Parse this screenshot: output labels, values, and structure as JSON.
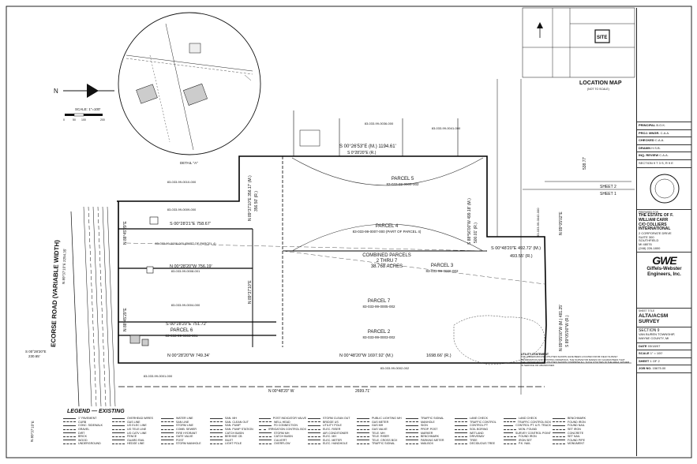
{
  "scale": {
    "label": "SCALE: 1\"=100'",
    "ticks": [
      "0",
      "50",
      "100",
      "200"
    ]
  },
  "north": "N",
  "detail": "DETAIL \"A\"",
  "road": {
    "name": "ECORSE ROAD (VARIABLE WIDTH)"
  },
  "bearings": {
    "top_mid": "S 00°26'53\"E (M.) 1194.61'",
    "top_mid_r": "S 0°28'20\"E (R.)",
    "north_line": "S 00°28'21\"E  758.67'",
    "parcel6_top": "S 00°28'20\"E  751.72'",
    "n_line": "N 00°28'20\"W  756.19'",
    "bottom1": "N 00°28'20\"W  749.34'",
    "bottom2": "N 00°48'20\"W  1697.92' (M.)",
    "bottom2_r": "1698.66' (R.)",
    "bottom3": "N 00°48'20\" W",
    "bottom3_len": "2699.71'",
    "right_top": "S 00°48'20\"E  492.72' (M.)",
    "right_top_r": "493.55' (R.)",
    "v1": "N 89°37'10\"E  356.17' (M.)",
    "v1_r": "356.50' (R.)",
    "v2": "S 88°56'00\"W  499.18' (M.)",
    "v2_r": "500.01' (R.)",
    "v3": "N 89°37'10\"E",
    "v4": "N 88°45'29\"E",
    "v5": "N 89°05'00\"W (M.)  481.25'",
    "v5_r": "S 89°05'00\"W (R.)",
    "v6": "N 89°05'02\"E",
    "v6_len": "538.77'",
    "left_road": "N 89°37'10\"E  2254.35'",
    "bottom_left": "S 00°28'20\"E",
    "bottom_left_len": "230.65'",
    "far_left": "N 89°37'10\"E"
  },
  "parcels": [
    {
      "label": "PARCEL 5",
      "id": "83-033-99-0009-002"
    },
    {
      "label": "PARCEL 4",
      "id": "83-033-99-0007-000 (PART OF PARCEL 4)"
    },
    {
      "label": "COMBINED PARCELS",
      "id": "2 THRU 7"
    },
    {
      "label": "38.768 ACRES",
      "id": ""
    },
    {
      "label": "PARCEL 3",
      "id": "83-033-99-0006-002"
    },
    {
      "label": "PARCEL 7",
      "id": "83-033-99-0005-002"
    },
    {
      "label": "PARCEL 2",
      "id": "83-033-99-0003-002"
    },
    {
      "label": "PARCEL 6",
      "id": "83-033-99-0003-001"
    }
  ],
  "adjacent": [
    "83-033-99-0010-000",
    "83-033-99-0009-000",
    "83-033-99-0008-000 (PART OF PARCEL 4)",
    "83-033-99-0008-001",
    "83-033-99-0004-000",
    "83-033-99-0002-002",
    "83-033-99-0001-000",
    "83-033-99-0036-000",
    "83-033-99-0041-000",
    "83-033-99-0042-000"
  ],
  "location_map": {
    "title": "LOCATION MAP",
    "sub": "(NOT TO SCALE)",
    "site": "SITE",
    "sheet1": "SHEET 1",
    "sheet2": "SHEET 2"
  },
  "title_block": {
    "principal": "PRINCIPAL",
    "principal_v": "B.O.K.",
    "proj_mngr": "PROJ. MNGR.",
    "proj_mngr_v": "C.A.A.",
    "checked": "CHECKED",
    "checked_v": "C.A.A.",
    "drawn": "DRAWN",
    "drawn_v": "H.S.B.",
    "review": "INQ. REVIEW",
    "review_v": "C.A.A.",
    "section": "SECTION  9 T 3 S, R 9 E",
    "client_hdr": "PREPARED FOR",
    "client1": "THE ESTATE OF F.",
    "client2": "WILLIAM CARR",
    "client3": "C/O COLLIERS",
    "client4": "INTERNATIONAL",
    "client5": "2 CORPORATE DRIVE",
    "client6": "SUITE 300",
    "client7": "SOUTHFIELD",
    "client8": "MI  48076",
    "client9": "(248) 226-1800",
    "firm_logo": "GWE",
    "firm1": "Giffels-Webster",
    "firm2": "Engineers, Inc.",
    "sheet_title_hdr": "SHEET TITLE",
    "sheet_title1": "ALTA/ACSM",
    "sheet_title2": "SURVEY",
    "section2": "SECTION 9",
    "twp1": "VAN BUREN TOWNSHIP,",
    "twp2": "WAYNE COUNTY, MI",
    "date_lbl": "DATE",
    "date_v": "03/18/07",
    "scale_lbl": "SCALE",
    "scale_v": "1\" = 100'",
    "sheet_lbl": "SHEET",
    "sheet_v": "1 OF 2",
    "job_lbl": "JOB NO.",
    "job_v": "15675.00"
  },
  "legend_title": "LEGEND — EXISTING",
  "legend_cols": [
    [
      "1\" PAVEMENT",
      "CURB",
      "CONC. SIDEWALK",
      "GRAVEL",
      "DIRT",
      "BRICK",
      "WOOD",
      "UNDERGROUND"
    ],
    [
      "OVERHEAD WIRES",
      "GAS LINE",
      "UG ELEC LINE",
      "UG TELE LINE",
      "UG CATV LINE",
      "FENCE",
      "GUARD RAIL",
      "HEDGE LINE"
    ],
    [
      "WATER LINE",
      "SAN LINE",
      "STORM LINE",
      "COMB. SEWER",
      "FIRE HYDRANT",
      "GATE VALVE",
      "POST",
      "STORM MANHOLE"
    ],
    [
      "SAN. MH",
      "SAN. CLEAN OUT",
      "SAN. PUMP",
      "SAN. PUMP STATION",
      "CATCH BASIN",
      "BEEHIVE CB",
      "INLET",
      "LIGHT POLE"
    ],
    [
      "POST INDICATOR VALVE",
      "WELL HEAD",
      "FD CONNECTION",
      "IRRIGATION CONTROL BOX",
      "STORM MH",
      "CATCH BASIN",
      "CULVERT",
      "OVERFLOW"
    ],
    [
      "STORM CLEAN OUT",
      "BRIDGE US",
      "UTILITY POLE",
      "ELEC. RISER",
      "AIR CONDITIONER",
      "ELEC. MH",
      "ELEC. METER",
      "ELEC. HANDHOLE"
    ],
    [
      "PUBLIC LIGHTING MH",
      "GAS METER",
      "GAS MH",
      "GAS VALVE",
      "TELE. MH",
      "TELE. RISER",
      "TELE. CROSS BOX",
      "TRAFFIC SIGNAL"
    ],
    [
      "TRAFFIC SIGNAL",
      "MANHOLE",
      "SIGN",
      "PROP. POST",
      "MARKER",
      "BENCHMARK",
      "PARKING METER",
      "MAILBOX"
    ],
    [
      "LANE CHECK",
      "TRAFFIC CONTROL",
      "CONTROL PT",
      "SOIL BORING",
      "WETLAND",
      "DRIVEWAY",
      "TREE",
      "DECIDUOUS TREE"
    ],
    [
      "LAND CHECK",
      "TRAFFIC CONTROL BOX",
      "CONTROL PT. & R. TRACK",
      "MON. FOUND",
      "SURVEY CONTROL POINT",
      "FOUND IRON",
      "IRON SET",
      "P.K. NAIL"
    ],
    [
      "BENCHMARK",
      "FOUND IRON",
      "FOUND NAIL",
      "SET IRON",
      "CONCRETE",
      "SET NAIL",
      "FOUND PIPE",
      "MONUMENT"
    ]
  ],
  "utility_title": "UTILITY STATEMENT",
  "utility_text": "THE UNDERGROUND UTILITIES SHOWN HAVE BEEN LOCATED FROM FIELD SURVEY INFORMATION AND EXISTING DRAWINGS. THE SURVEYOR MAKES NO GUARANTEES THAT THE UNDERGROUND UTILITIES SHOWN COMPRISE ALL SUCH UTILITIES IN THE AREA, EITHER IN SERVICE OR ABANDONED."
}
